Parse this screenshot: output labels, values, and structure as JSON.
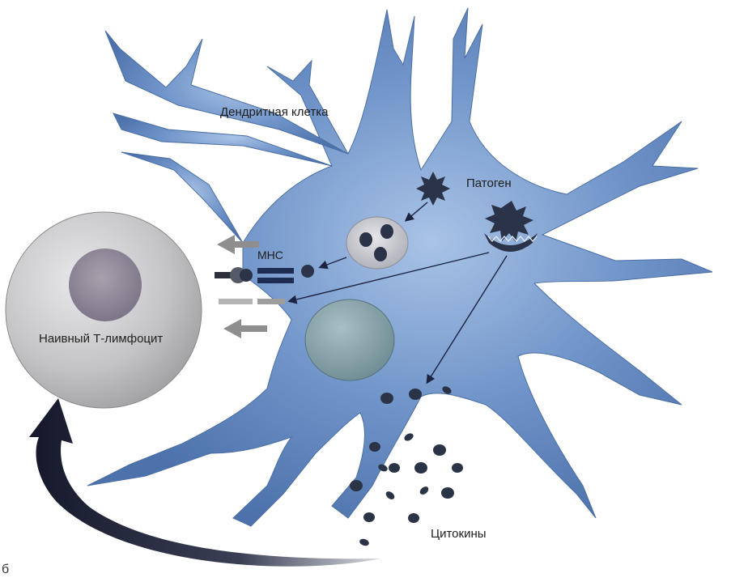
{
  "labels": {
    "dendritic_cell": "Дендритная клетка",
    "pathogen": "Патоген",
    "mhc": "MHC",
    "naive_t_cell": "Наивный Т-лимфоцит",
    "cytokines": "Цитокины",
    "panel_letter": "б"
  },
  "colors": {
    "dendritic_cell": "#5a7fb9",
    "dendritic_cell_light": "#9bb6dc",
    "t_cell": "#b9b9bb",
    "t_cell_nucleus": "#8d8795",
    "pathogen": "#2a3348",
    "cytokine": "#2b3447",
    "arrow_gray": "#8e8e8e",
    "curved_arrow": "#1f2233"
  }
}
